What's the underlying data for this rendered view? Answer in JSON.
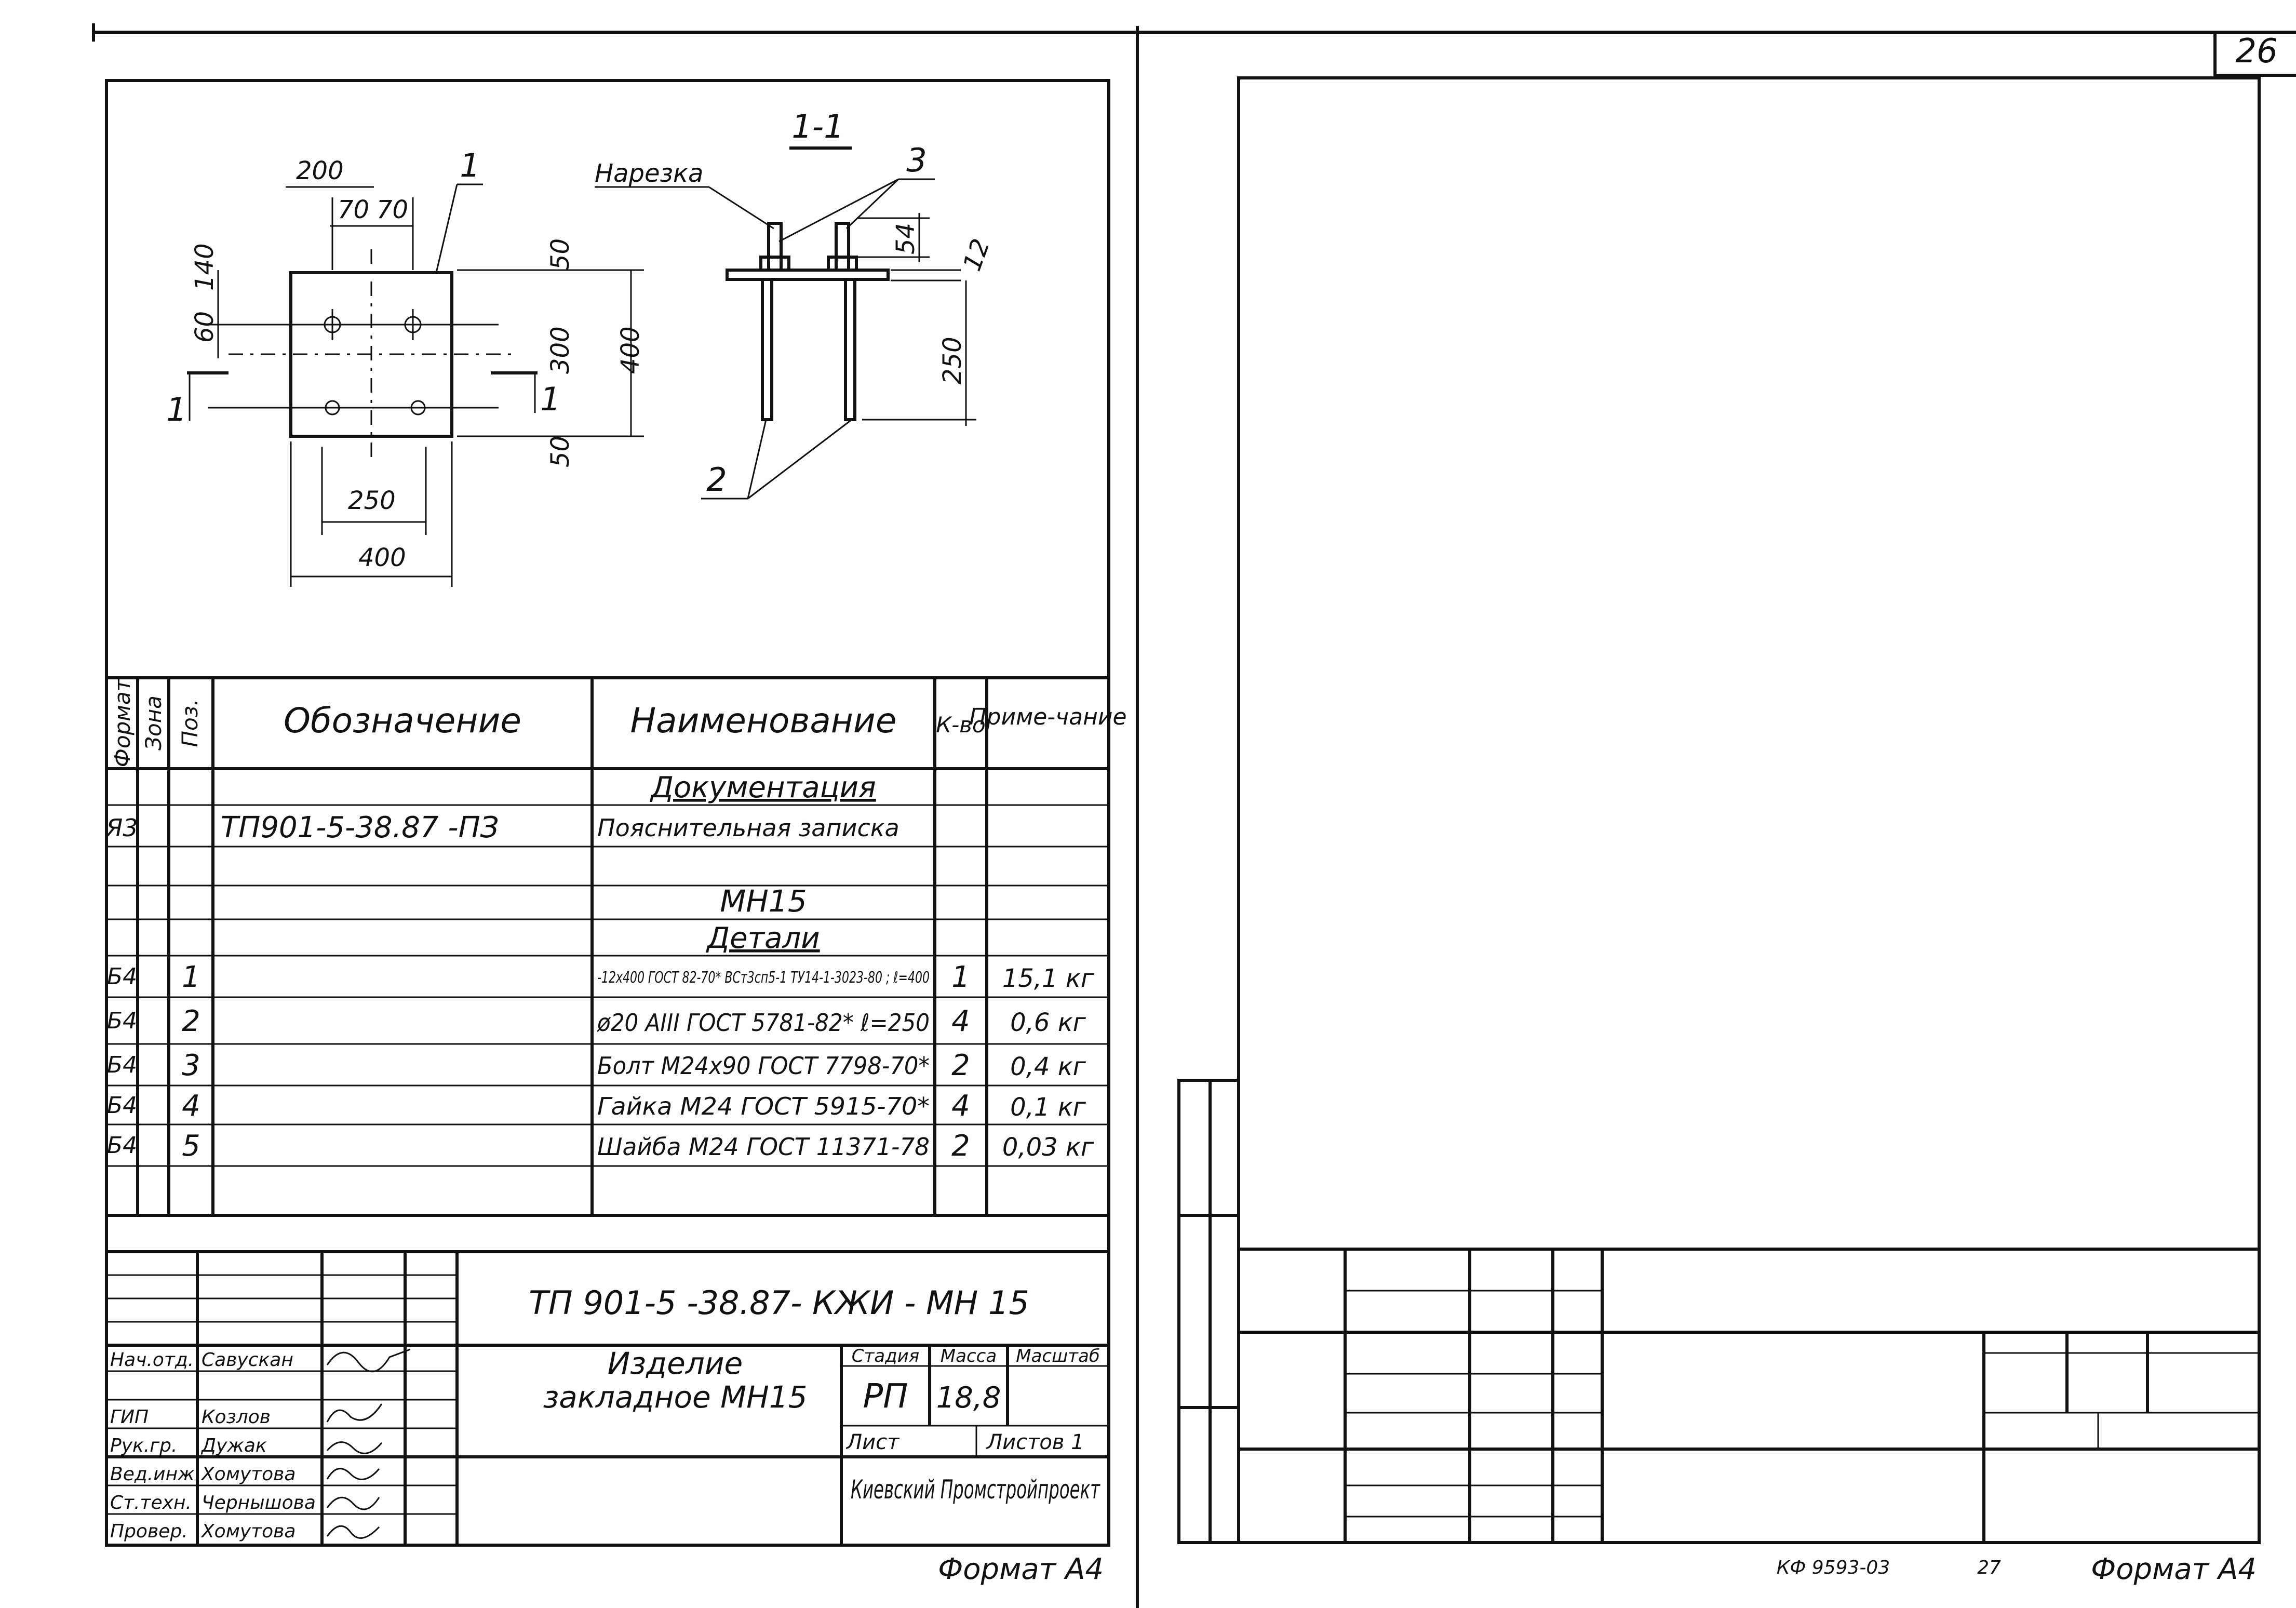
{
  "page_number": "26",
  "drawing": {
    "section_title": "1-1",
    "dims": {
      "d200": "200",
      "d70a": "70",
      "d70b": "70",
      "d140": "140",
      "d60": "60",
      "d50top": "50",
      "d300": "300",
      "d400v": "400",
      "d50bot": "50",
      "d250": "250",
      "d400h": "400",
      "d54": "54",
      "d12": "12",
      "d250v": "250"
    },
    "callouts": {
      "c1": "1",
      "c2": "2",
      "c3": "3",
      "cut_left": "1",
      "cut_right": "1"
    },
    "note_thread": "Нарезка"
  },
  "spec": {
    "headers": {
      "format": "Формат",
      "zone": "Зона",
      "pos": "Поз.",
      "designation": "Обозначение",
      "name": "Наименование",
      "qty": "К-во",
      "note": "Приме-чание"
    },
    "rows": [
      {
        "format": "",
        "pos": "",
        "designation": "",
        "name": "Документация",
        "qty": "",
        "note": ""
      },
      {
        "format": "Я3",
        "pos": "",
        "designation": "ТП901-5-38.87 -ПЗ",
        "name": "Пояснительная записка",
        "qty": "",
        "note": ""
      },
      {
        "format": "",
        "pos": "",
        "designation": "",
        "name": "",
        "qty": "",
        "note": ""
      },
      {
        "format": "",
        "pos": "",
        "designation": "",
        "name": "МН15",
        "qty": "",
        "note": ""
      },
      {
        "format": "",
        "pos": "",
        "designation": "",
        "name": "Детали",
        "qty": "",
        "note": ""
      },
      {
        "format": "Б4",
        "pos": "1",
        "designation": "",
        "name": "-12x400 ГОСТ 82-70* ВСт3сп5-1 ТУ14-1-3023-80 ; ℓ=400",
        "qty": "1",
        "note": "15,1 кг"
      },
      {
        "format": "Б4",
        "pos": "2",
        "designation": "",
        "name": "ø20 AIII ГОСТ 5781-82* ℓ=250",
        "qty": "4",
        "note": "0,6 кг"
      },
      {
        "format": "Б4",
        "pos": "3",
        "designation": "",
        "name": "Болт М24x90 ГОСТ 7798-70*",
        "qty": "2",
        "note": "0,4 кг"
      },
      {
        "format": "Б4",
        "pos": "4",
        "designation": "",
        "name": "Гайка М24 ГОСТ 5915-70*",
        "qty": "4",
        "note": "0,1 кг"
      },
      {
        "format": "Б4",
        "pos": "5",
        "designation": "",
        "name": "Шайба М24 ГОСТ 11371-78",
        "qty": "2",
        "note": "0,03 кг"
      }
    ]
  },
  "title_block": {
    "code": "ТП 901-5 -38.87- КЖИ - МН 15",
    "title": "Изделие закладное МН15",
    "stage_label": "Стадия",
    "mass_label": "Масса",
    "scale_label": "Масштаб",
    "stage": "РП",
    "mass": "18,8",
    "sheet_label": "Лист",
    "sheets_label": "Листов 1",
    "org": "Киевский Промстройпроект",
    "roles": [
      {
        "role": "Нач.отд.",
        "name": "Савускан"
      },
      {
        "role": "ГИП",
        "name": "Козлов"
      },
      {
        "role": "Рук.гр.",
        "name": "Дужак"
      },
      {
        "role": "Вед.инж.",
        "name": "Хомутова"
      },
      {
        "role": "Ст.техн.",
        "name": "Чернышова"
      },
      {
        "role": "Провер.",
        "name": "Хомутова"
      }
    ]
  },
  "format_left": "Формат А4",
  "format_right": "Формат А4",
  "footer_code": "КФ 9593-03",
  "footer_num": "27"
}
